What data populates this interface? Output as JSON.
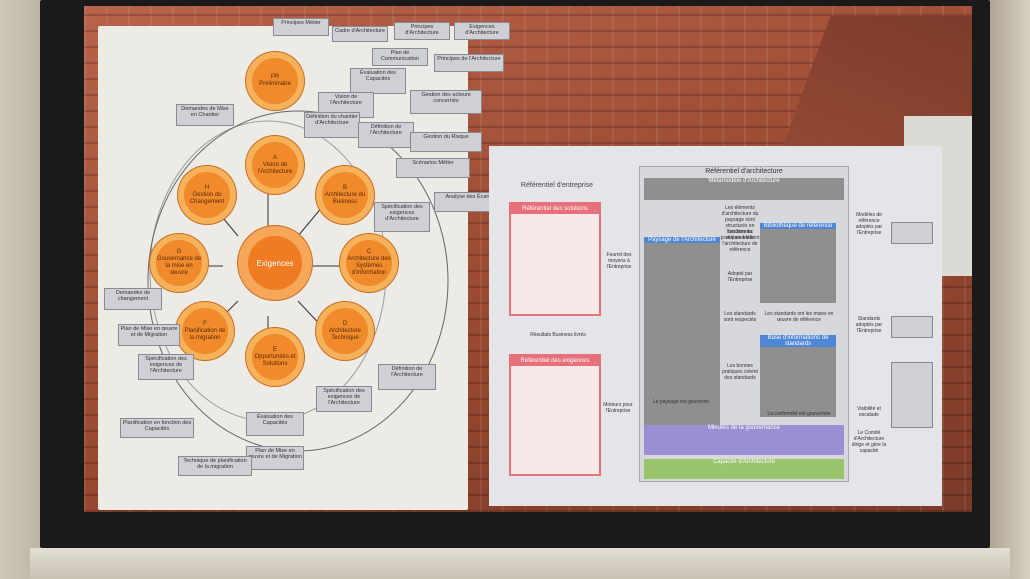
{
  "left_board": {
    "center": "Exigences",
    "phases": [
      {
        "letter": "PR",
        "name": "Préliminaire"
      },
      {
        "letter": "A",
        "name": "Vision de l'Architecture"
      },
      {
        "letter": "B",
        "name": "Architecture du Business"
      },
      {
        "letter": "C",
        "name": "Architecture des Systèmes d'Information"
      },
      {
        "letter": "D",
        "name": "Architecture Technique"
      },
      {
        "letter": "E",
        "name": "Opportunités et Solutions"
      },
      {
        "letter": "F",
        "name": "Planification de la migration"
      },
      {
        "letter": "G",
        "name": "Gouvernance de la mise en œuvre"
      },
      {
        "letter": "H",
        "name": "Gestion du Changement"
      }
    ],
    "cards": [
      "Principes Métier",
      "Cadre d'Architecture",
      "Principes d'Architecture",
      "Exigences d'Architecture",
      "Plan de Communication",
      "Principes de l'Architecture",
      "Évaluation des Capacités",
      "Vision de l'Architecture",
      "Gestion des acteurs concernés",
      "Demandes de Mise en Chantier",
      "Définition du chantier d'Architecture",
      "Définition de l'Architecture",
      "Gestion du Risque",
      "Scénarios Métier",
      "Analyse des Écarts",
      "Spécification des exigences d'Architecture",
      "Demandes de changement",
      "Plan de Mise en œuvre et de Migration",
      "Spécification des exigences de l'Architecture",
      "Définition de l'Architecture",
      "Planification en fonction des Capacités",
      "Évaluation des Capacités",
      "Plan de Mise en œuvre et de Migration",
      "Technique de planification de la migration",
      "Spécification des exigences de l'Architecture"
    ]
  },
  "right_board": {
    "left_title": "Référentiel d'entreprise",
    "ref_solutions": "Référentiel des solutions",
    "ref_exigences": "Référentiel des exigences",
    "label_fournit": "Fournit des moyens à l'Entreprise",
    "label_resultats": "Résultats Business livrés",
    "label_moteurs": "Moteurs pour l'Entreprise",
    "main_title": "Référentiel d'architecture",
    "metamodele": "Métamodèle d'Architecture",
    "paysage": "Paysage de l'Architecture",
    "bibliotheque": "Bibliothèque de référence",
    "base_standards": "Base d'informations de standards",
    "gouvernance": "Minutes de la gouvernance",
    "capacite": "Capacité d'Architecture",
    "notes": [
      "Les éléments d'architecture du paysage sont structurés en fonction du métamodèle",
      "Les bonnes pratiques fondent l'architecture de référence",
      "Adopté par l'Entreprise",
      "Les standards sont respectés",
      "Les standards ont les mises en œuvre de référence",
      "Les bonnes pratiques créent des standards",
      "Le paysage est gouverné",
      "La conformité est gouvernée",
      "Modèles de référence adoptés par l'Entreprise",
      "Standards adoptés par l'Entreprise",
      "Visibilité et escalade",
      "Le Comité d'Architecture dirige et gère la capacité"
    ]
  },
  "colors": {
    "orange": "#f08a2a",
    "red_accent": "#e7707a",
    "blue_accent": "#4f86d6",
    "purple_accent": "#9b8fd3",
    "green_accent": "#98c46b"
  }
}
